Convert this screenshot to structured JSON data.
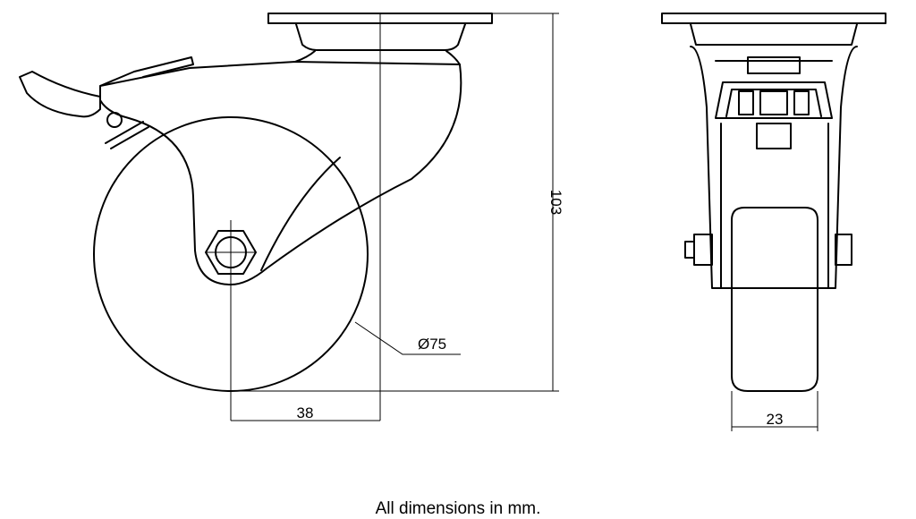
{
  "dimensions": {
    "height": "103",
    "wheel_diameter": "Ø75",
    "offset": "38",
    "wheel_width": "23"
  },
  "footer": {
    "note": "All dimensions in mm."
  },
  "colors": {
    "line": "#000000",
    "background": "#ffffff"
  }
}
